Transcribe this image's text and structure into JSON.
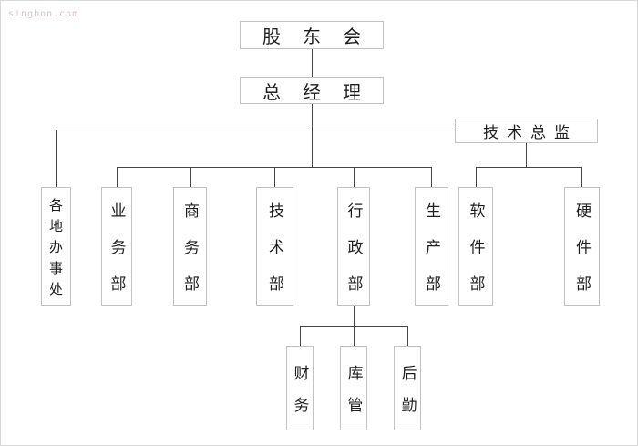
{
  "watermark": {
    "text": "singbon.com"
  },
  "colors": {
    "background": "#ffffff",
    "box_border": "#c2c2c2",
    "connector_line": "#454545",
    "text": "#1e1e1e",
    "watermark": "#d6c3c3"
  },
  "nodes": {
    "shareholders": "股东会",
    "general_manager": "总经理",
    "tech_director": "技术总监",
    "regional_offices": "各地办事处",
    "business_dept": "业务部",
    "commerce_dept": "商务部",
    "technology_dept": "技术部",
    "admin_dept": "行政部",
    "production_dept": "生产部",
    "software_dept": "软件部",
    "hardware_dept": "硬件部",
    "finance": "财务",
    "warehouse": "库管",
    "logistics": "后勤"
  },
  "hierarchy": [
    {
      "parent": "股东会",
      "children": [
        "总经理"
      ]
    },
    {
      "parent": "总经理",
      "children": [
        "各地办事处",
        "业务部",
        "商务部",
        "技术部",
        "行政部",
        "生产部",
        "技术总监"
      ]
    },
    {
      "parent": "技术总监",
      "children": [
        "软件部",
        "硬件部"
      ]
    },
    {
      "parent": "行政部",
      "children": [
        "财务",
        "库管",
        "后勤"
      ]
    }
  ]
}
